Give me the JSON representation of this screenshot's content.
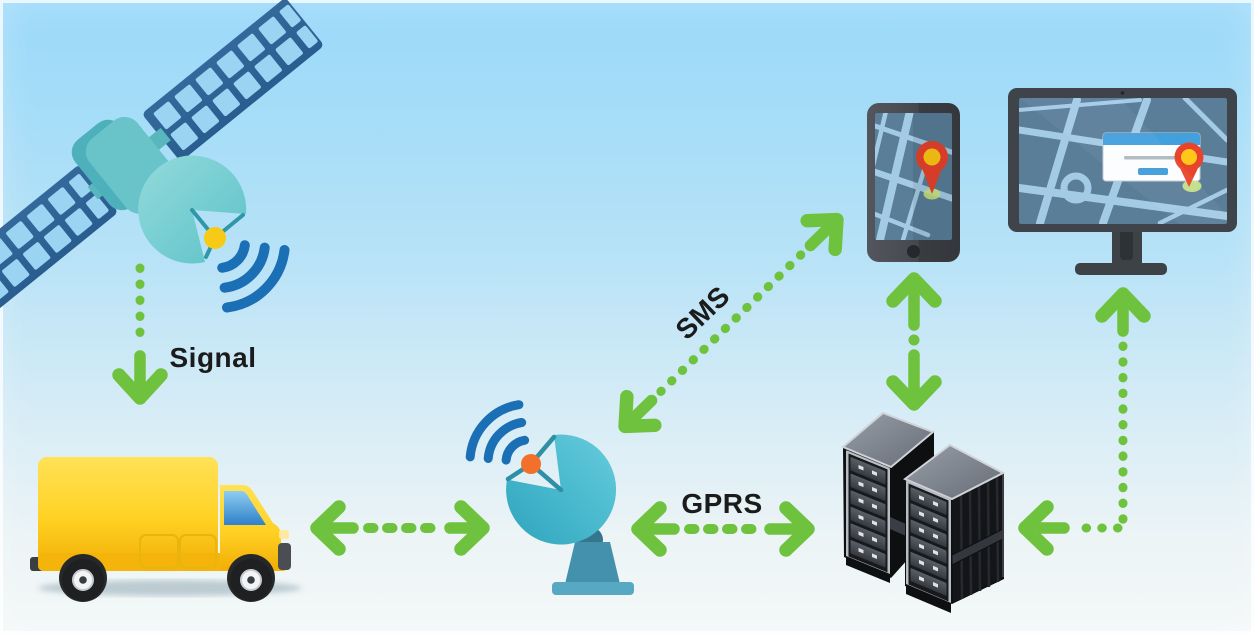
{
  "labels": {
    "signal": "Signal",
    "sms": "SMS",
    "gprs": "GPRS"
  },
  "nodes": {
    "satellite": "gps-satellite-icon",
    "vehicle": "delivery-van-icon",
    "ground_antenna": "satellite-dish-station-icon",
    "phone": "smartphone-map-icon",
    "monitor": "desktop-monitor-map-icon",
    "servers": "server-racks-icon"
  },
  "connections": [
    {
      "from": "satellite",
      "to": "vehicle",
      "label": "Signal",
      "type": "one-way-dotted-down"
    },
    {
      "from": "vehicle",
      "to": "ground_antenna",
      "label": "",
      "type": "two-way-dotted-horizontal"
    },
    {
      "from": "ground_antenna",
      "to": "phone",
      "label": "SMS",
      "type": "two-way-dotted-diagonal"
    },
    {
      "from": "ground_antenna",
      "to": "servers",
      "label": "GPRS",
      "type": "two-way-dotted-horizontal"
    },
    {
      "from": "phone",
      "to": "servers",
      "label": "",
      "type": "two-way-dotted-vertical"
    },
    {
      "from": "servers",
      "to": "monitor",
      "label": "",
      "type": "elbow-dotted"
    }
  ],
  "colors": {
    "arrow_green": "#6fc23d",
    "wifi_blue": "#1b6fb4",
    "sky_top": "#9bd9fa",
    "sky_bottom": "#f4f8f8",
    "van_yellow": "#ffd42a",
    "pin_red": "#e8432c",
    "pin_yellow": "#ffc815",
    "map_background": "#5a7d98",
    "map_road": "#a4cbe5",
    "label_text": "#1b1b1b"
  }
}
